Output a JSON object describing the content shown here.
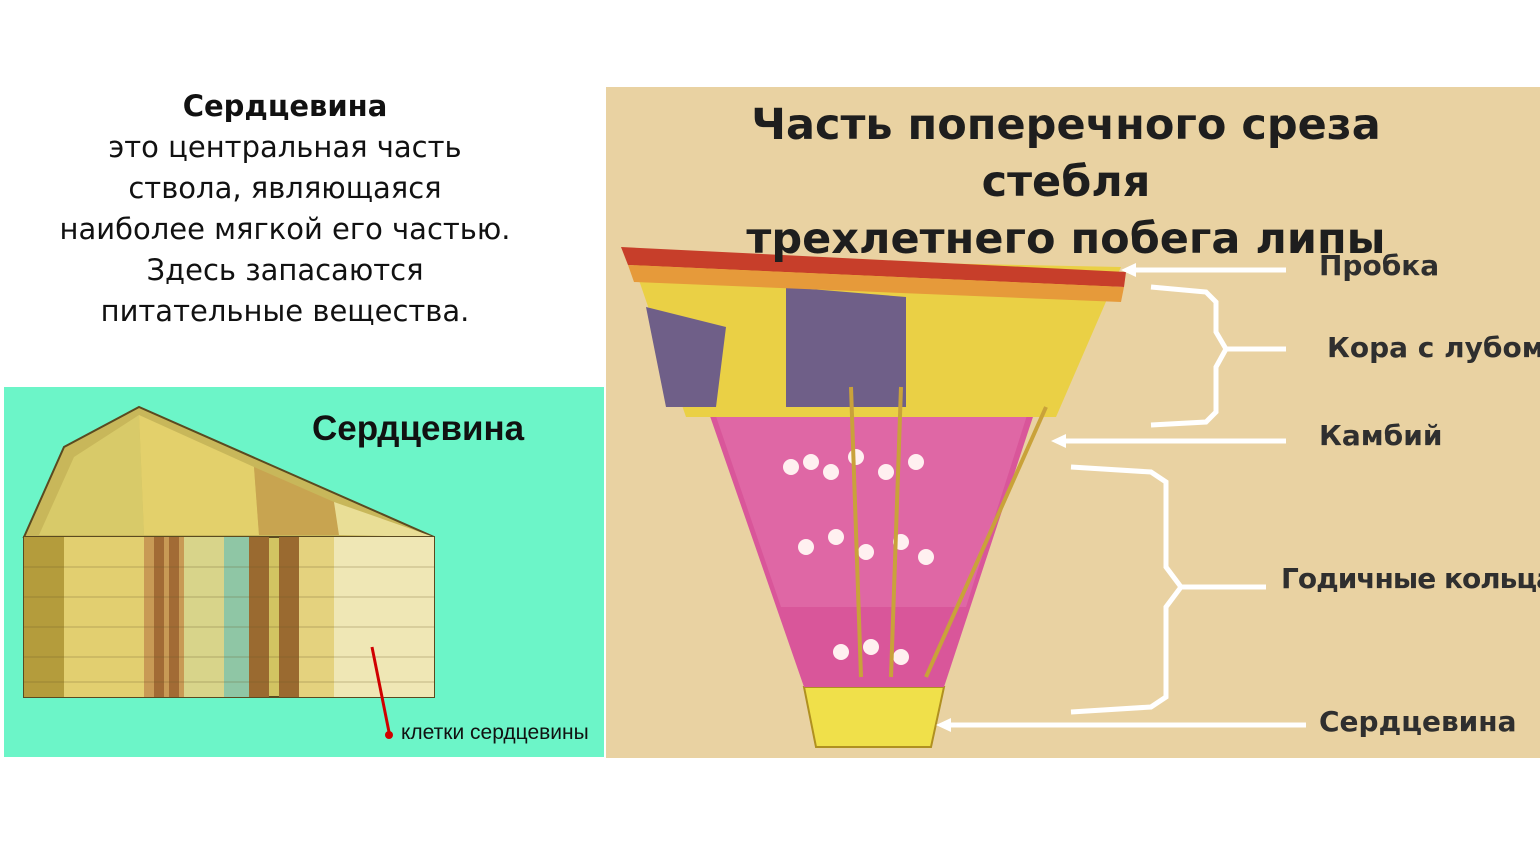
{
  "definition": {
    "title": "Сердцевина",
    "lines": [
      "это центральная часть",
      "ствола, являющаяся",
      "наиболее  мягкой его частью.",
      "Здесь запасаются",
      "питательные вещества."
    ]
  },
  "left_panel": {
    "title": "Сердцевина",
    "caption": "клетки сердцевины",
    "background": "#6cf5c8"
  },
  "right_panel": {
    "title_lines": [
      "Часть поперечного среза стебля",
      "трехлетнего побега липы"
    ],
    "labels": {
      "cork": "Пробка",
      "bark": "Кора с лубом",
      "cambium": "Камбий",
      "rings": "Годичные кольца",
      "pith": "Сердцевина"
    },
    "background": "#e9d2a2"
  }
}
